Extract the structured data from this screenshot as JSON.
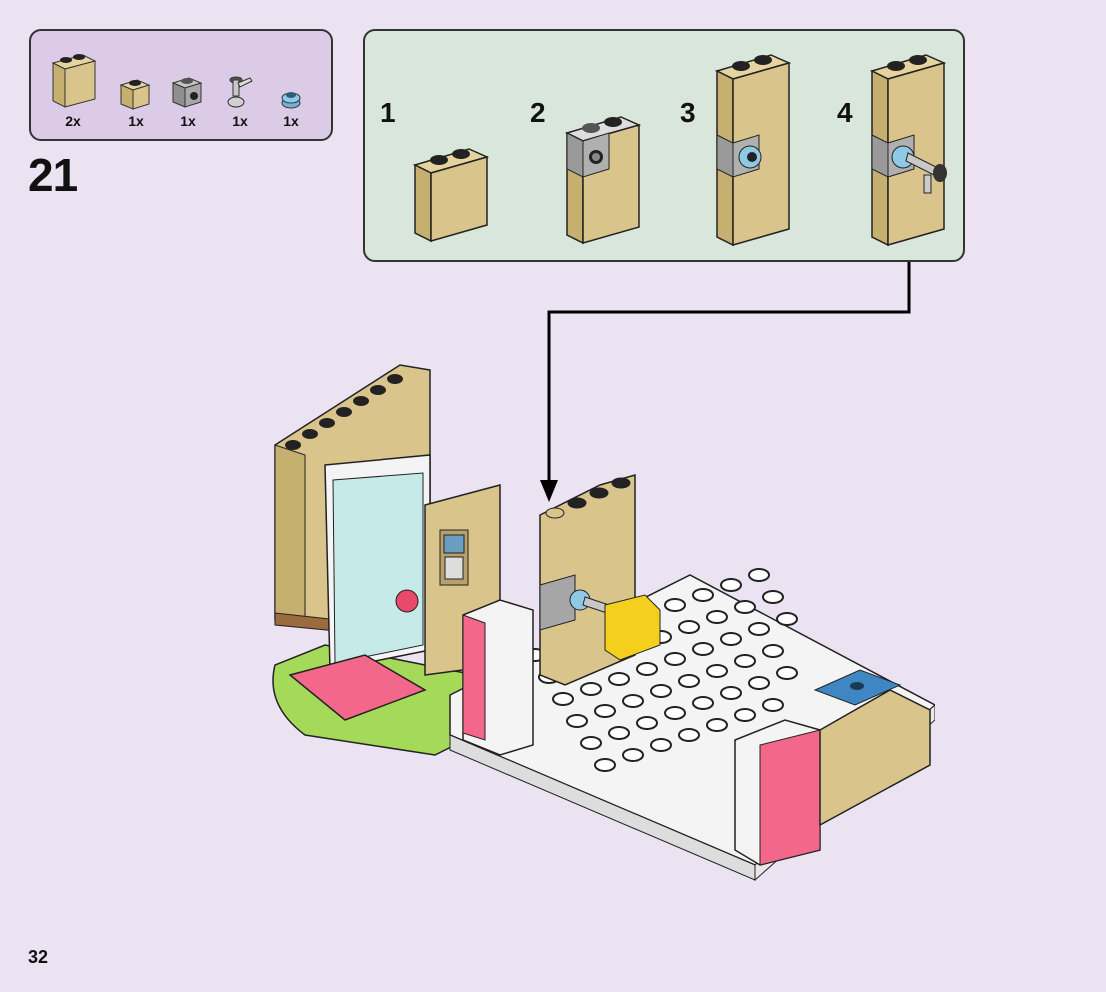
{
  "page": {
    "number": "32",
    "step": "21",
    "background": "#ebe3f2"
  },
  "parts_list": {
    "background": "#dccbe6",
    "items": [
      {
        "name": "tan-brick-1x2x2",
        "qty": "2x",
        "color": "#d9c48c"
      },
      {
        "name": "tan-brick-1x1",
        "qty": "1x",
        "color": "#d9c48c"
      },
      {
        "name": "grey-brick-1x1-side-stud",
        "qty": "1x",
        "color": "#a8a8a8"
      },
      {
        "name": "grey-tap-piece",
        "qty": "1x",
        "color": "#c8c8c8"
      },
      {
        "name": "trans-blue-round-plate",
        "qty": "1x",
        "color": "#8ec9e6"
      }
    ]
  },
  "sub_assembly": {
    "background": "#d9e6dc",
    "steps": [
      {
        "label": "1"
      },
      {
        "label": "2"
      },
      {
        "label": "3"
      },
      {
        "label": "4"
      }
    ]
  },
  "colors": {
    "tan": "#d9c48c",
    "white": "#f4f4f4",
    "pink": "#f3678a",
    "lime": "#a5d95a",
    "blue": "#3f87c2",
    "yellow": "#f5cf1e",
    "grey": "#a6a6a6",
    "trans_clear": "#c6eae8"
  }
}
